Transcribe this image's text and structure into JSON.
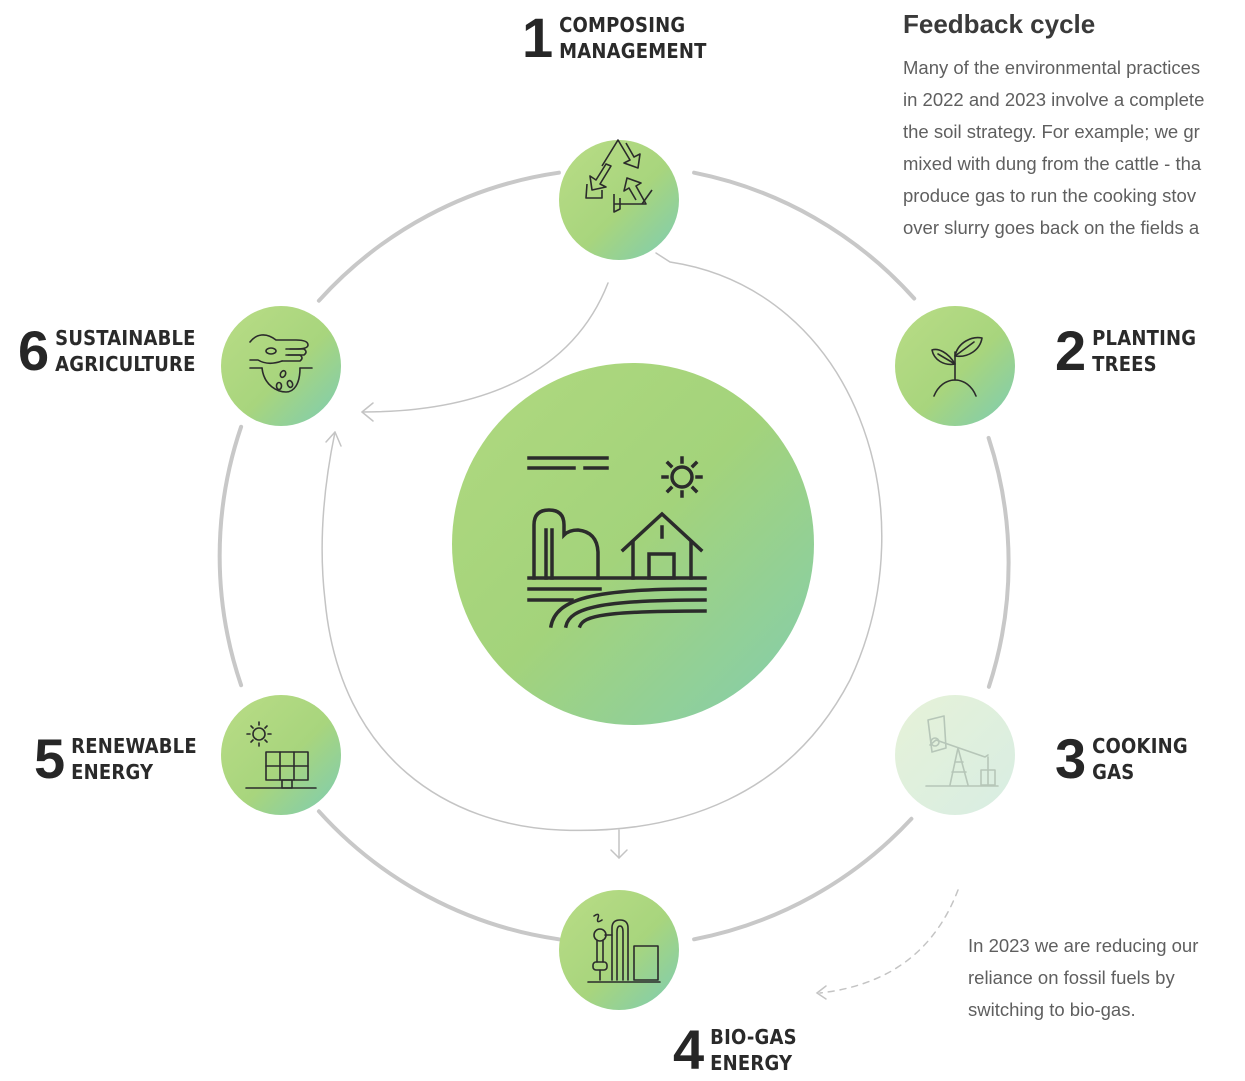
{
  "panel": {
    "title": "Feedback cycle",
    "lines": [
      "Many of the environmental practices",
      "in 2022 and 2023 involve a complete",
      "the soil strategy. For example; we gr",
      "mixed with dung from the cattle - tha",
      "produce gas to run the cooking stov",
      "over slurry goes back on the fields a"
    ]
  },
  "note": "In 2023 we are reducing our reliance on fossil fuels by switching to bio-gas.",
  "steps": [
    {
      "number": "1",
      "line1": "COMPOSING",
      "line2": "MANAGEMENT",
      "icon": "recycle-icon"
    },
    {
      "number": "2",
      "line1": "PLANTING",
      "line2": "TREES",
      "icon": "sprout-icon"
    },
    {
      "number": "3",
      "line1": "COOKING",
      "line2": "GAS",
      "icon": "oil-pump-icon"
    },
    {
      "number": "4",
      "line1": "BIO-GAS",
      "line2": "ENERGY",
      "icon": "biogas-plant-icon"
    },
    {
      "number": "5",
      "line1": "RENEWABLE",
      "line2": "ENERGY",
      "icon": "solar-panel-icon"
    },
    {
      "number": "6",
      "line1": "SUSTAINABLE",
      "line2": "AGRICULTURE",
      "icon": "hand-seeds-icon"
    }
  ],
  "center_icon": "farm-landscape-icon",
  "colors": {
    "ring": "#c8c8c8",
    "inner_line": "#c4c4c4",
    "green_light": "#b2d783",
    "green_teal": "#7fcdb0",
    "icon_stroke": "#2b2b2b",
    "text": "#2a2a2a",
    "body_text": "#5f5f5f"
  }
}
